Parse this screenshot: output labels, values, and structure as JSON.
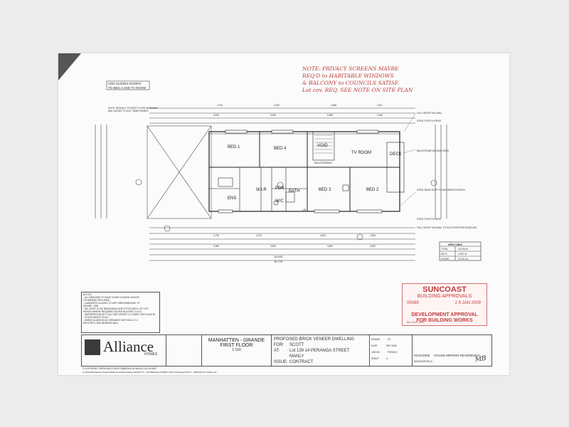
{
  "header_note": {
    "line1": "AND SLIDING DOORS",
    "line2": "TO BED 2 AND TV ROOM"
  },
  "reveal_note": {
    "line1": "NOTE: REVEALS TO FIRST FLOOR WINDOWS",
    "line2": "AND DOORS TO SUIT 70MM FRAMES"
  },
  "handwritten_note": {
    "line1": "NOTE: PRIVACY SCREENS MAYBE",
    "line2": "REQ'D to HABITABLE WINDOWS",
    "line3": "& BALCONY to COUNCILS SATISF.",
    "line4": "Lot cov. REQ. SEE NOTE ON SITE PLAN"
  },
  "rooms": {
    "bed1": "BED 1",
    "bed4": "BED 4",
    "void": "VOID",
    "tv_room": "TV ROOM",
    "deck": "DECK",
    "ens": "ENS",
    "wir": "W.I.R",
    "pdr": "PDR",
    "bath": "BATH",
    "wc": "W/C",
    "bed3": "BED 3",
    "bed2": "BED 2",
    "balustrading": "BALUSTRADING",
    "lin": "LIN"
  },
  "dimensions": {
    "top_row": [
      "4,700",
      "3,230",
      "4,655",
      "1,007"
    ],
    "mid_row": [
      "6,025",
      "3,050",
      "6,085",
      "1,545"
    ],
    "bottom_row1": [
      "2,730",
      "3,700",
      "3,000",
      "1,500"
    ],
    "bottom_row2": [
      "3,055",
      "3,600",
      "3,600",
      "3,000"
    ],
    "overall": "16,620",
    "overall2": "16,775"
  },
  "right_notes": [
    "FULL HEIGHT 900 WALL",
    "STEEL POST IN PIERS",
    "BALUSTRADE AROUND DECK",
    "STEEL BEAM OVER TO ENGINEERS DESIGN",
    "STEEL POST IN PIERS",
    "FULL HEIGHT 900 WALL TO SUIT ROOF/FASCIA BELOW"
  ],
  "area_table": {
    "title": "AREA TABLE",
    "rows": [
      {
        "label": "TOTAL",
        "value": "120.85 m²"
      },
      {
        "label": "DECK",
        "value": "13.50 m²"
      },
      {
        "label": "HOUSE",
        "value": "172.87 m²"
      }
    ]
  },
  "stamp": {
    "title": "SUNCOAST",
    "subtitle": "BUILDING APPROVALS",
    "number": "05089",
    "date": "2 9 JAN 2009",
    "line1": "DEVELOPMENT APPROVAL",
    "line2": "FOR BUILDING WORKS",
    "footer": "Bs 1243 1500"
  },
  "notes_box": {
    "lines": [
      "NOTES:",
      "- ALL WINDOWS TO HAVE CLEAR GLAZING UNLESS",
      "  OTHERWISE SPECIFIED",
      "- LAMINATED GLAZING TO WET AREA WINDOWS TO",
      "  AS1288 - 1994",
      "- WC DOOR TO BE REMOVABLE AND FITTED WITH LIFT OFF",
      "  HINGES WHERE REQUIRED AS PER BCA PART 3.8.3.3",
      "- WATERPROOFING TO ALL WET AREAS TO COMPLY WITH AS3740",
      "  - FLOOR WASTE GULLY",
      "- SMOKE ALARM IN ACCORDANCE WITH BCA 3.7.2",
      "  DENOTES LOAD BEARING WALL"
    ]
  },
  "title_block": {
    "company": "Alliance",
    "company_sub": "HOMES",
    "plan_name": "MANHATTEN  - GRANDE",
    "plan_sheet": "FIRST FLOOR",
    "scale": "1:100",
    "proposed": "PROFOSED BRICK VENEER DWELLING",
    "for_label": "FOR:",
    "for_value": "SCOTT",
    "at_label": "AT:",
    "at_value": "Lot 139 14 PERANGA STREET",
    "at_suburb": "MANLY",
    "issue_label": "ISSUE:",
    "issue_value": "CONTRACT",
    "drawn_label": "DRAWN",
    "drawn_value": "CC",
    "date_label": "DATE",
    "date_value": "SEP 2008",
    "job_label": "JOB NO",
    "job_value": "FOSW24",
    "sheet_label": "SHEET",
    "sheet_value": "5",
    "revision_date": "02/11/2008",
    "revision_text": "HOUSE MIRROR REVERESED",
    "revision_sub": "ISSUE/DETAILS",
    "copyright": "© COPYRIGHT. REPRODUCTION FORBIDDEN IN WHOLE OR IN PART",
    "footer_path": "G:\\HOUSING\\Alliance Projects\\2008 ALLIANCE Drafting Jobs\\SCOTT - 139 PERANGA STREET, MANLY\\Drawings\\SCOTT - PERANGA ST, MANLY.pln"
  },
  "signature": "MB"
}
